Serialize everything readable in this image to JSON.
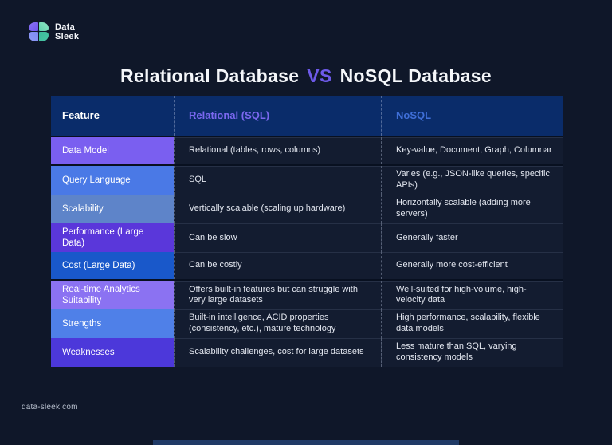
{
  "page": {
    "background": "#0f1729"
  },
  "logo": {
    "line1": "Data",
    "line2": "Sleek"
  },
  "title": {
    "left": "Relational Database",
    "vs": "VS",
    "right": "NoSQL Database"
  },
  "colors": {
    "vs_accent": "#6d5ae9",
    "header_bg": "#0a2c6a",
    "header_feature_text": "#ffffff",
    "header_relational_text": "#7b68f0",
    "header_nosql_text": "#3f6fd8",
    "content_cell_bg": "#131c30",
    "bottom_bar": "#203a66"
  },
  "chart_data": {
    "type": "table",
    "title": "Relational Database VS NoSQL Database",
    "columns": [
      "Feature",
      "Relational (SQL)",
      "NoSQL"
    ],
    "rows": [
      [
        "Data Model",
        "Relational (tables, rows, columns)",
        "Key-value, Document, Graph, Columnar"
      ],
      [
        "Query Language",
        "SQL",
        "Varies (e.g., JSON-like queries, specific APIs)"
      ],
      [
        "Scalability",
        "Vertically scalable (scaling up hardware)",
        "Horizontally scalable (adding more servers)"
      ],
      [
        "Performance (Large Data)",
        "Can be slow",
        "Generally faster"
      ],
      [
        "Cost (Large Data)",
        "Can be costly",
        "Generally more cost-efficient"
      ],
      [
        "Real-time Analytics Suitability",
        "Offers built-in features but can struggle with very large datasets",
        "Well-suited for high-volume, high-velocity data"
      ],
      [
        "Strengths",
        "Built-in intelligence, ACID properties (consistency, etc.), mature technology",
        "High performance, scalability, flexible data models"
      ],
      [
        "Weaknesses",
        "Scalability challenges, cost for large datasets",
        "Less mature than SQL, varying consistency models"
      ]
    ],
    "feature_row_colors": [
      "#7a5ff0",
      "#4a79e6",
      "#5e84c9",
      "#5a37da",
      "#1958ca",
      "#8b72f2",
      "#4f80e8",
      "#4c38da"
    ]
  },
  "footer": {
    "url": "data-sleek.com"
  }
}
